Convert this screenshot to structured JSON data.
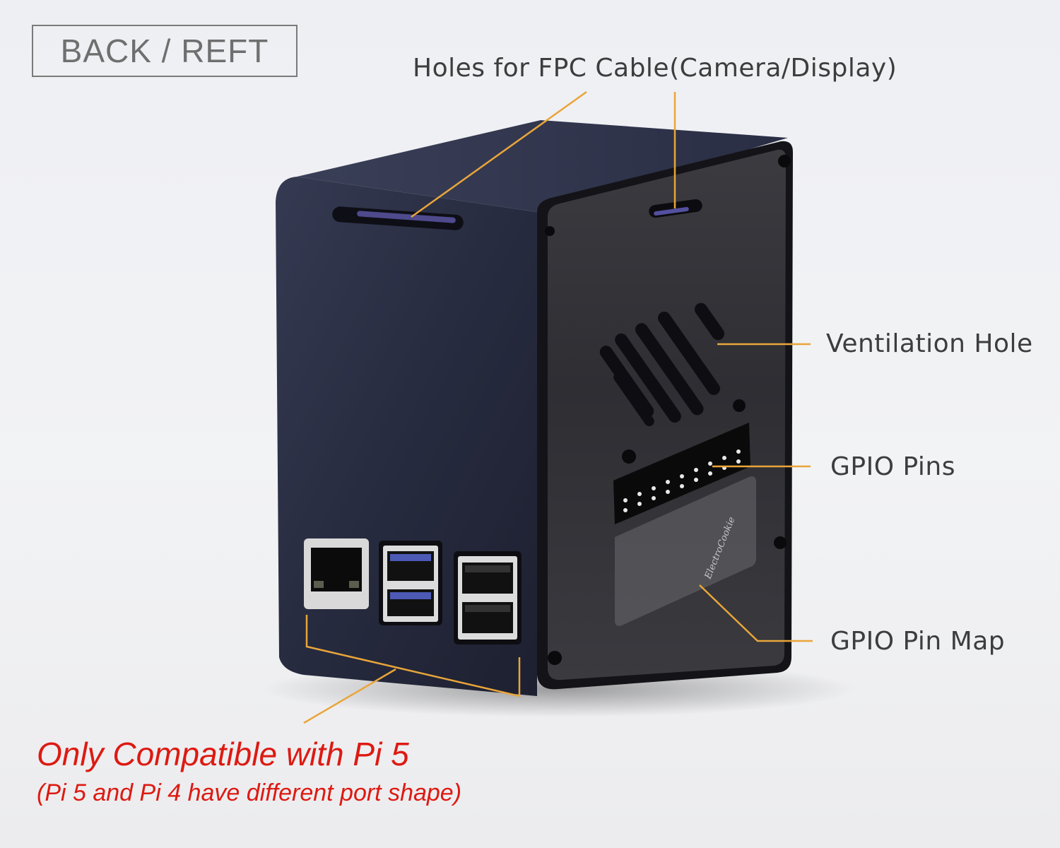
{
  "view_badge": {
    "label": "BACK /  REFT"
  },
  "callouts": {
    "fpc_holes": "Holes for FPC Cable(Camera/Display)",
    "ventilation": "Ventilation Hole",
    "gpio_pins": "GPIO Pins",
    "gpio_pin_map": "GPIO Pin Map"
  },
  "compatibility_note": {
    "title": "Only Compatible with Pi 5",
    "subtitle": "(Pi 5 and Pi 4 have different port shape)"
  },
  "pin_map_label": {
    "brand": "ElectroCookie"
  },
  "colors": {
    "leader_line": "#e9a53a",
    "warning_text": "#dd1a12",
    "case_body": "#272b3e",
    "acrylic_panel": "#2c2c30"
  }
}
